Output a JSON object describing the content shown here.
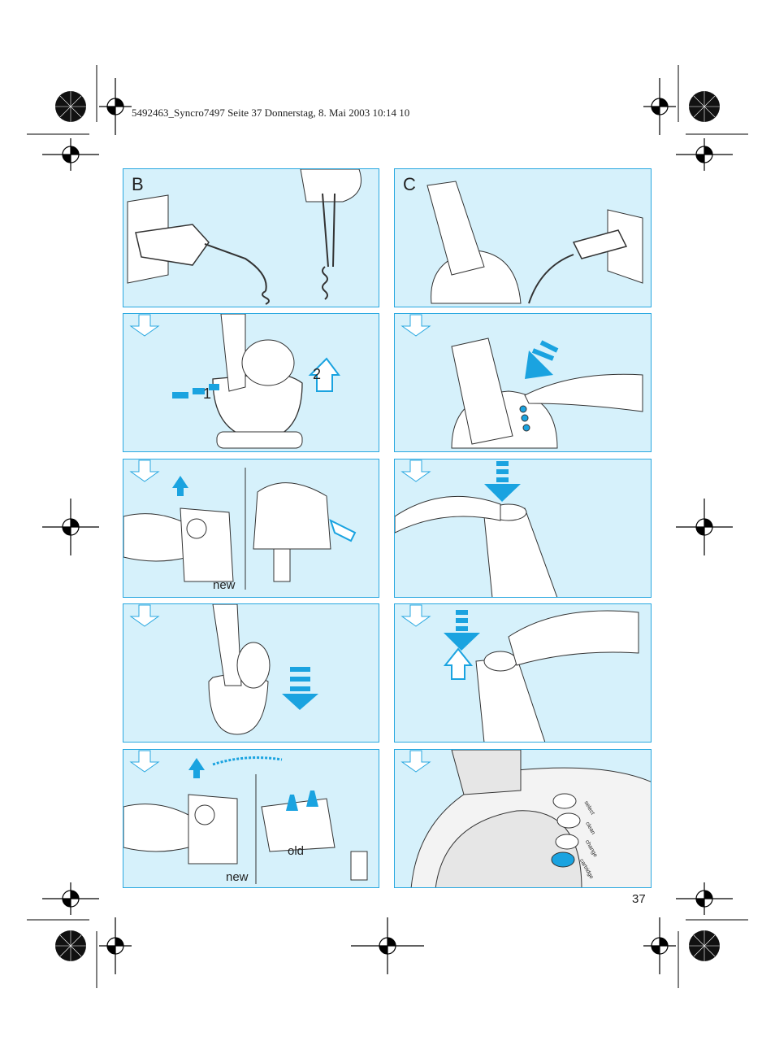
{
  "header": {
    "print_line": "5492463_Syncro7497  Seite 37  Donnerstag, 8. Mai 2003  10:14 10"
  },
  "page_number": "37",
  "colors": {
    "panel_bg": "#d6f1fb",
    "panel_border": "#29a8e0",
    "arrow": "#1aa3e0",
    "line": "#333333"
  },
  "column_b": {
    "label": "B",
    "steps": [
      {
        "badges": []
      },
      {
        "badges": [
          "1",
          "2"
        ]
      },
      {
        "caption": "new"
      },
      {
        "badges": []
      },
      {
        "caption": "new",
        "caption2": "old"
      }
    ]
  },
  "column_c": {
    "label": "C",
    "steps": [
      {
        "badges": []
      },
      {
        "badges": []
      },
      {
        "badges": []
      },
      {
        "badges": []
      },
      {
        "buttons": [
          "select",
          "clean",
          "change",
          "cartridge"
        ]
      }
    ]
  }
}
